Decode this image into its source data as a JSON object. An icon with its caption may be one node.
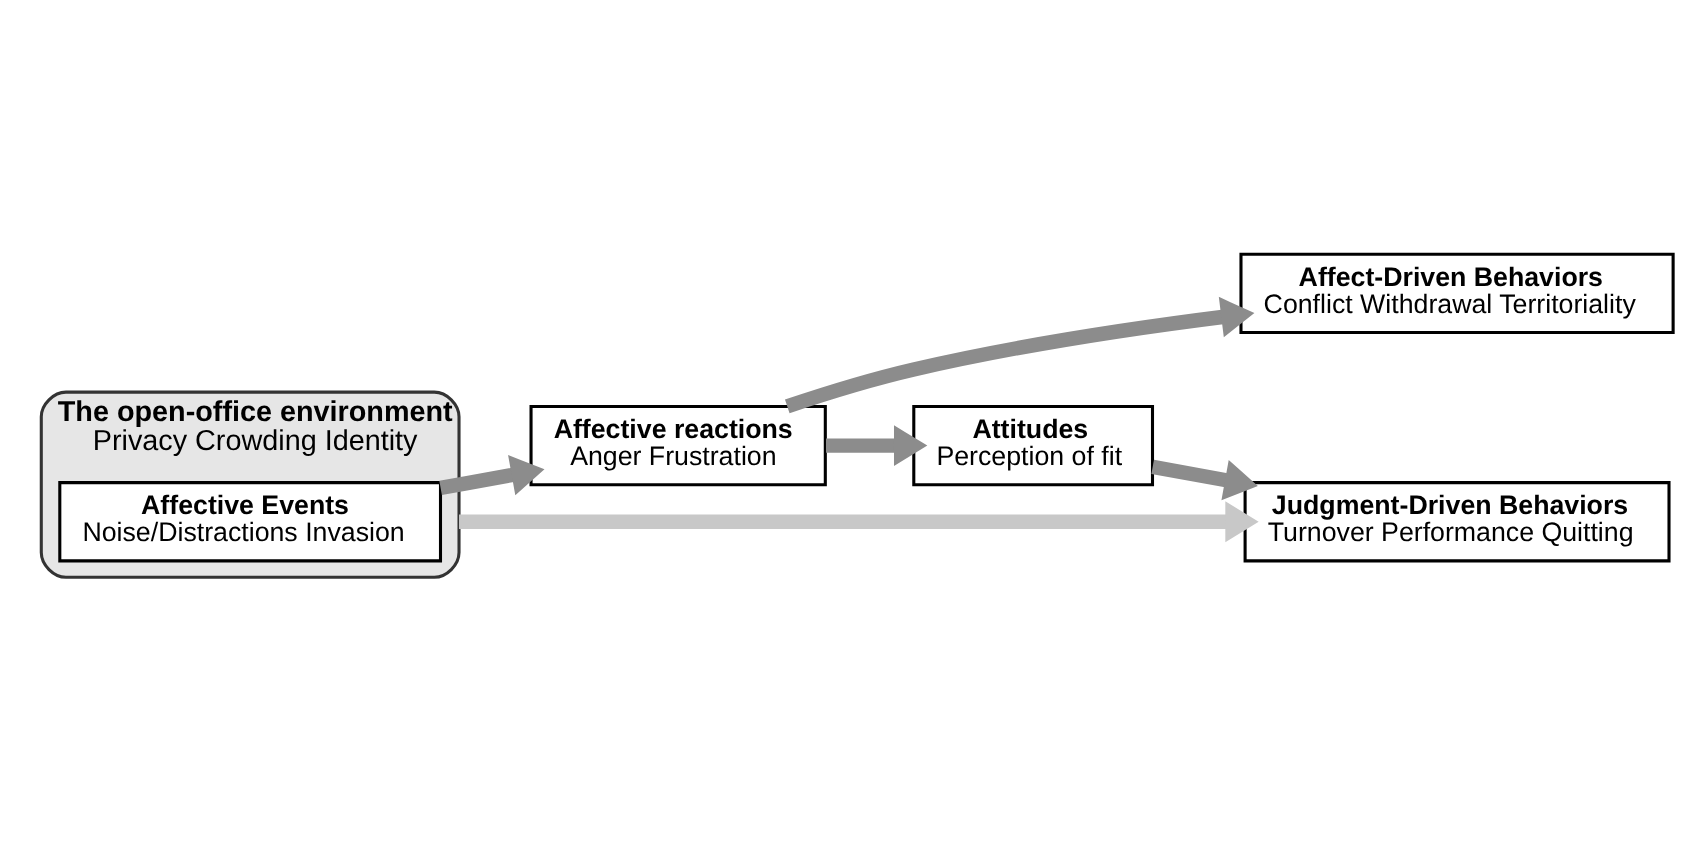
{
  "diagram": {
    "nodes": [
      {
        "text": [
          "The open-office environment",
          "Privacy Crowding Identity"
        ]
      },
      {
        "text": [
          "Affective Events",
          "Noise/Distractions Invasion"
        ],
        "in": 0
      },
      {
        "text": [
          "Affective reactions",
          "Anger Frustration"
        ]
      },
      {
        "text": [
          "Attitudes",
          "Perception of fit"
        ]
      },
      {
        "text": [
          "Judgment-Driven Behaviors",
          "Turnover Performance Quitting"
        ]
      },
      {
        "text": [
          "Affect-Driven Behaviors",
          "Conflict Withdrawal Territoriality"
        ]
      }
    ],
    "edges": [
      {
        "from": 0,
        "to": 4,
        "arrow": "to",
        "color": "#c8c8c8"
      },
      {
        "from": 1,
        "to": 2,
        "arrow": "to"
      },
      {
        "from": 2,
        "to": 3,
        "arrow": "to"
      },
      {
        "from": 3,
        "to": 4,
        "arrow": "to"
      },
      {
        "from": 2,
        "to": 5,
        "arrow": "to"
      }
    ]
  }
}
